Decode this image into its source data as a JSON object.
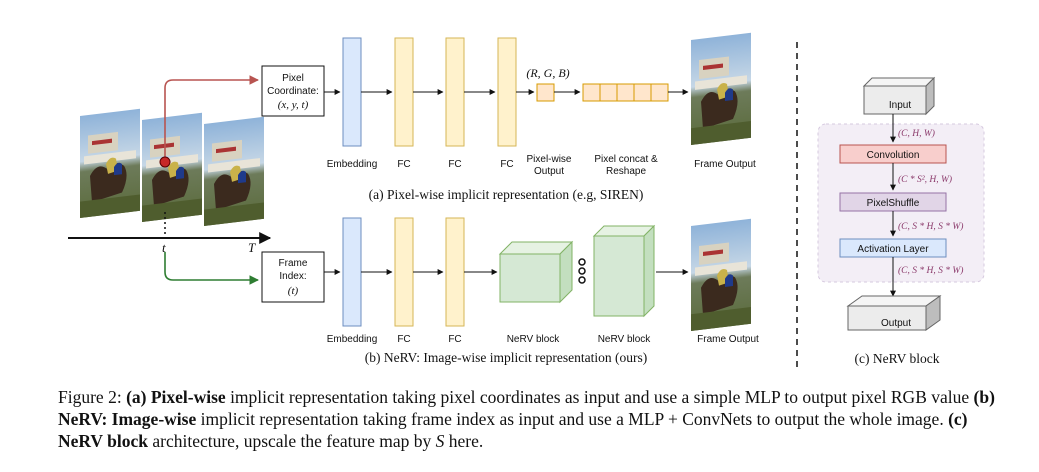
{
  "panel_a": {
    "pixel_box": [
      "Pixel",
      "Coordinate:",
      "(x, y, t)"
    ],
    "rgb_label": "(R, G, B)",
    "labels": {
      "embedding": "Embedding",
      "fc1": "FC",
      "fc2": "FC",
      "fc3": "FC",
      "pixel_output_1": "Pixel-wise",
      "pixel_output_2": "Output",
      "concat_1": "Pixel concat &",
      "concat_2": "Reshape",
      "frame_output": "Frame Output"
    },
    "caption": "(a) Pixel-wise implicit representation (e.g, SIREN)"
  },
  "timeline": {
    "t": "t",
    "T": "T"
  },
  "panel_b": {
    "frame_box": [
      "Frame",
      "Index:",
      "(t)"
    ],
    "labels": {
      "embedding": "Embedding",
      "fc1": "FC",
      "fc2": "FC",
      "nerv1": "NeRV block",
      "nerv2": "NeRV block",
      "frame_output": "Frame Output"
    },
    "caption": "(b) NeRV: Image-wise implicit representation (ours)"
  },
  "panel_c": {
    "input": "Input",
    "shape1": "(C, H, W)",
    "convolution": "Convolution",
    "shape2": "(C * S², H, W)",
    "pixelshuffle": "PixelShuffle",
    "shape3": "(C, S * H, S * W)",
    "activation": "Activation Layer",
    "shape4": "(C, S * H, S * W)",
    "output": "Output",
    "caption": "(c) NeRV block"
  },
  "caption": {
    "prefix": "Figure 2: ",
    "a_bold": "(a) Pixel-wise",
    "a_text": " implicit representation taking pixel coordinates as input and use a simple MLP to output pixel RGB value ",
    "b_bold": "(b) NeRV: Image-wise",
    "b_text": " implicit representation taking frame index as input and use a MLP + ConvNets to output the whole image. ",
    "c_bold": "(c) NeRV block",
    "c_text": " architecture, upscale the feature map by ",
    "s_var": "S",
    "suffix": " here."
  },
  "colors": {
    "embedding_fill": "#dae8fc",
    "embedding_stroke": "#6c8ebf",
    "fc_fill": "#fff2cc",
    "fc_stroke": "#d6b656",
    "pixel_fill": "#ffe6cc",
    "pixel_stroke": "#d79b00",
    "nerv_fill": "#d5e8d4",
    "nerv_stroke": "#82b366",
    "conv_fill": "#f8cecc",
    "conv_stroke": "#b85450",
    "shuffle_fill": "#e1d5e7",
    "shuffle_stroke": "#9673a6",
    "act_fill": "#dae8fc",
    "act_stroke": "#6c8ebf",
    "red_arrow": "#b85450",
    "green_arrow": "#2e7d32",
    "block_bg": "#f3eef6"
  }
}
